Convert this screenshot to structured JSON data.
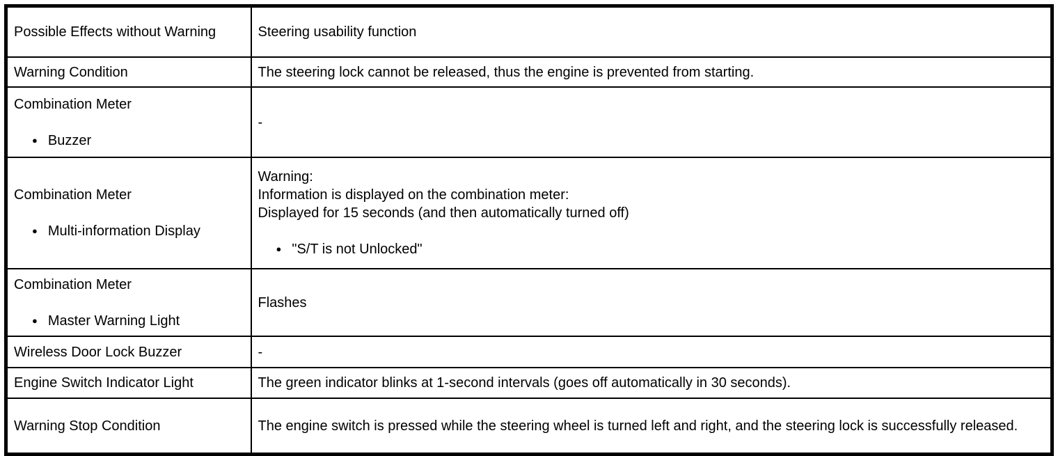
{
  "icons": {
    "bullet": "●"
  },
  "colors": {
    "border": "#000000",
    "text": "#000000",
    "background": "#ffffff"
  },
  "table": {
    "rows": [
      {
        "label": "Possible Effects without Warning",
        "value": "Steering usability function"
      },
      {
        "label": "Warning Condition",
        "value": "The steering lock cannot be released, thus the engine is prevented from starting."
      },
      {
        "label_title": "Combination Meter",
        "label_item": "Buzzer",
        "value": "-"
      },
      {
        "label_title": "Combination Meter",
        "label_item": "Multi-information Display",
        "value_lines": [
          "Warning:",
          "Information is displayed on the combination meter:",
          "Displayed for 15 seconds (and then automatically turned off)"
        ],
        "value_item": "\"S/T is not Unlocked\""
      },
      {
        "label_title": "Combination Meter",
        "label_item": "Master Warning Light",
        "value": "Flashes"
      },
      {
        "label": "Wireless Door Lock Buzzer",
        "value": "-"
      },
      {
        "label": "Engine Switch Indicator Light",
        "value": "The green indicator blinks at 1-second intervals (goes off automatically in 30 seconds)."
      },
      {
        "label": "Warning Stop Condition",
        "value": "The engine switch is pressed while the steering wheel is turned left and right, and the steering lock is successfully released."
      }
    ]
  }
}
